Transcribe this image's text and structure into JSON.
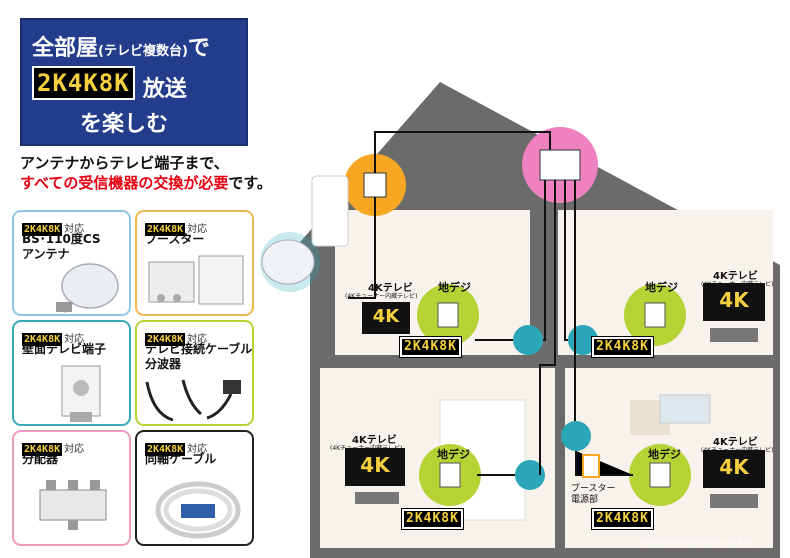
{
  "banner": {
    "line1_main": "全部屋",
    "line1_small": "(テレビ複数台)",
    "line1_end": "で",
    "k_badge": "2K4K8K",
    "houso": "放送",
    "line3": "を楽しむ"
  },
  "intro": {
    "line1": "アンテナからテレビ端子まで、",
    "line2_red": "すべての受信機器の交換が必要",
    "line2_end": "です。"
  },
  "cards": [
    {
      "badge": "2K4K8K",
      "taiou": "対応",
      "title_1": "BS･110度CS",
      "title_2": "アンテナ",
      "border": "#8fc6e8"
    },
    {
      "badge": "2K4K8K",
      "taiou": "対応",
      "title_1": "ブースター",
      "title_2": "",
      "border": "#f0b84a"
    },
    {
      "badge": "2K4K8K",
      "taiou": "対応",
      "title_1": "壁面テレビ端子",
      "title_2": "",
      "border": "#3aa8b8"
    },
    {
      "badge": "2K4K8K",
      "taiou": "対応",
      "title_1": "テレビ接続ケーブル",
      "title_2": "分波器",
      "border": "#b8d432"
    },
    {
      "badge": "2K4K8K",
      "taiou": "対応",
      "title_1": "分配器",
      "title_2": "",
      "border": "#ee9bc0"
    },
    {
      "badge": "2K4K8K",
      "taiou": "対応",
      "title_1": "同軸ケーブル",
      "title_2": "",
      "border": "#222222"
    }
  ],
  "rooms": [
    {
      "tv_title": "4Kテレビ",
      "tv_sub": "(4Kチューナー内蔵テレビ)",
      "tv_screen": "4K",
      "chideji": "地デジ",
      "badge": "2K4K8K"
    },
    {
      "tv_title": "4Kテレビ",
      "tv_sub": "(4Kチューナー内蔵テレビ)",
      "tv_screen": "4K",
      "chideji": "地デジ",
      "badge": "2K4K8K"
    },
    {
      "tv_title": "4Kテレビ",
      "tv_sub": "(4Kチューナー内蔵テレビ)",
      "tv_screen": "4K",
      "chideji": "地デジ",
      "badge": "2K4K8K"
    },
    {
      "tv_title": "4Kテレビ",
      "tv_sub": "(4Kチューナー内蔵テレビ)",
      "tv_screen": "4K",
      "chideji": "地デジ",
      "badge": "2K4K8K"
    }
  ],
  "booster_power": {
    "line1": "ブースター",
    "line2": "電源部"
  },
  "footnote": "※8K放送を視聴するには8K対応テレビが必要です。",
  "colors": {
    "banner_bg": "#233d8c",
    "k_yellow": "#f4d03f",
    "red_text": "#e60012",
    "house_grey": "#6b6b6b",
    "circle_orange": "#f5a623",
    "circle_pink": "#ee82c0",
    "circle_green": "#b6d335",
    "circle_teal": "#2aa6b8"
  }
}
